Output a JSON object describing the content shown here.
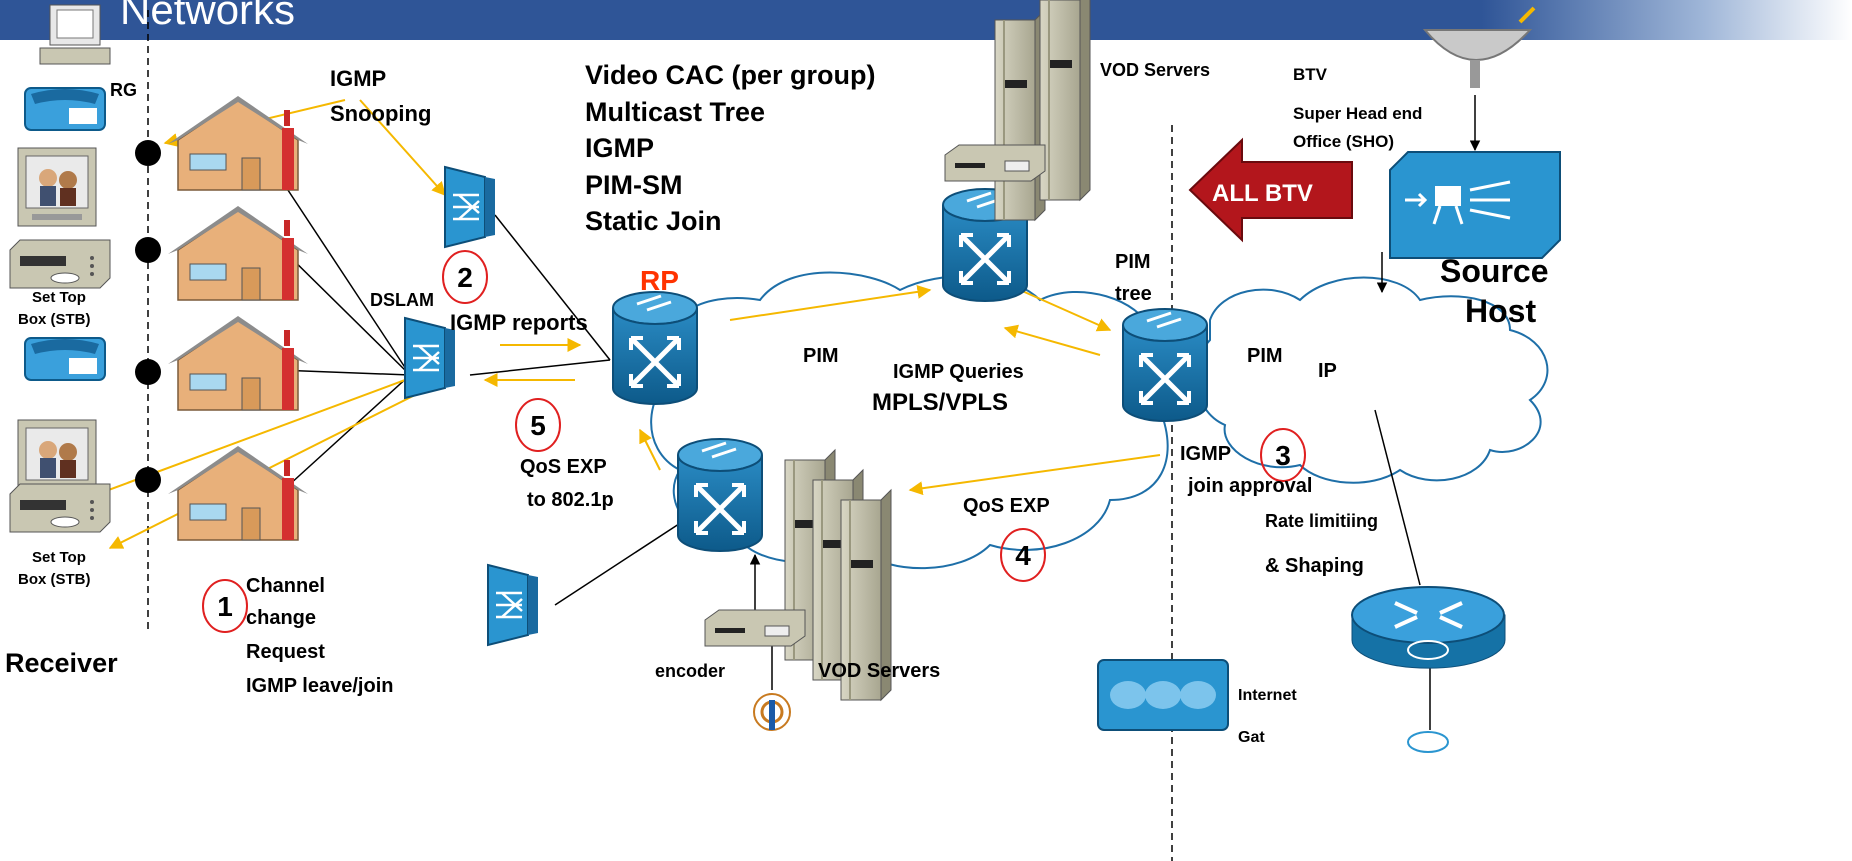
{
  "title": "Networks",
  "left": {
    "rg": "RG",
    "stb1": [
      "Set Top",
      "Box (STB)"
    ],
    "stb2": [
      "Set Top",
      "Box (STB)"
    ],
    "receiver": "Receiver",
    "ip_phone": "IP"
  },
  "labels": {
    "igmp_snooping": [
      "IGMP",
      "Snooping"
    ],
    "dslam": "DSLAM",
    "igmp_reports": "IGMP reports",
    "rp": "RP",
    "qos_exp_8021p": [
      "QoS EXP",
      "to 802.1p"
    ],
    "channel_change": [
      "Channel",
      "change",
      "Request",
      "IGMP leave/join"
    ],
    "encoder": "encoder",
    "vod_servers_bottom": "VOD Servers",
    "vod_servers_top": "VOD Servers",
    "features": [
      "Video CAC (per group)",
      "Multicast Tree",
      "IGMP",
      "PIM-SM",
      "Static Join"
    ],
    "pim_left": "PIM",
    "igmp_queries": "IGMP Queries",
    "mpls_vpls": "MPLS/VPLS",
    "qos_exp": "QoS EXP",
    "pim_tree": [
      "PIM",
      "tree"
    ],
    "pim_right": "PIM",
    "ip": "IP",
    "igmp_join_approval": [
      "IGMP",
      "join approval"
    ],
    "rate_limiting": "Rate limitiing",
    "shaping": "& Shaping",
    "btv": "BTV",
    "sho": [
      "Super Head end",
      "Office (SHO)"
    ],
    "all_btv": "ALL BTV",
    "source_host": [
      "Source",
      "Host"
    ],
    "internet": "Internet",
    "gateway_partial": "Gat"
  },
  "steps": [
    "1",
    "2",
    "3",
    "4",
    "5"
  ],
  "colors": {
    "header": "#2f5597",
    "arrow": "#f5b800",
    "step_circle": "#e02020",
    "rp_text": "#ff3300",
    "router": "#1572a6",
    "dslam": "#2a95d0",
    "house": "#e8b07a",
    "roof": "#8c8c8c",
    "all_btv_arrow": "#b3161c"
  }
}
